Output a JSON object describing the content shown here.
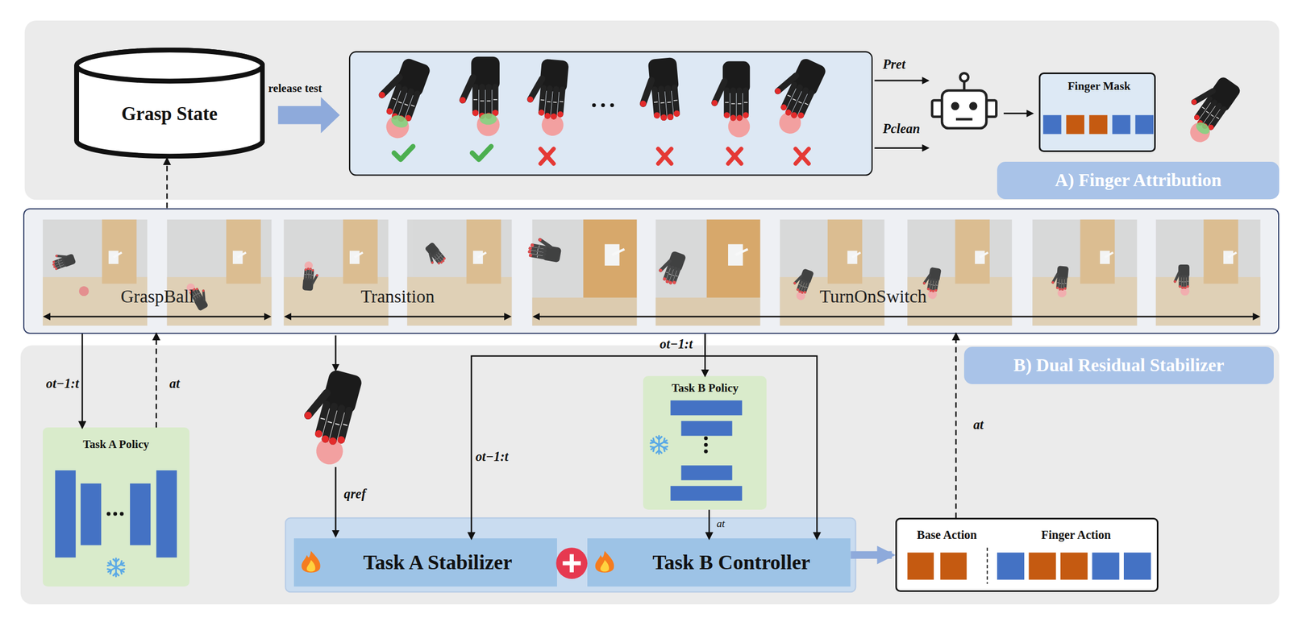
{
  "diagram": {
    "nodes": [
      {
        "text": [
          "Grasp State"
        ]
      },
      {
        "text": [
          "Finger Mask"
        ]
      },
      {
        "text": [
          "A) Finger Attribution"
        ]
      },
      {
        "text": [
          "GraspBall",
          "Transition",
          "TurnOnSwitch"
        ]
      },
      {
        "text": [
          "B) Dual Residual Stabilizer"
        ]
      },
      {
        "text": [
          "Task A Policy"
        ]
      },
      {
        "text": [
          "Task B Policy"
        ]
      },
      {
        "text": [
          "Task A Stabilizer"
        ]
      },
      {
        "text": [
          "Task B Controller"
        ]
      },
      {
        "text": [
          "Base Action",
          "Finger Action"
        ]
      }
    ],
    "edges": [
      {
        "from": 3,
        "to": 0,
        "arrow": "to"
      },
      {
        "from": 3,
        "to": 5,
        "label": "ot−1:t",
        "arrow": "to"
      },
      {
        "from": 5,
        "to": 3,
        "label": "at",
        "arrow": "to"
      },
      {
        "from": 3,
        "to": 6,
        "label": "ot−1:t",
        "arrow": "to"
      },
      {
        "from": 3,
        "to": 7,
        "label": "ot−1:t",
        "arrow": "to"
      },
      {
        "from": 3,
        "to": 8,
        "arrow": "to"
      },
      {
        "from": 6,
        "to": 8,
        "label": "at",
        "arrow": "to"
      },
      {
        "from": 8,
        "to": 9,
        "arrow": "to"
      },
      {
        "from": 9,
        "to": 3,
        "label": "at",
        "arrow": "to"
      }
    ],
    "labels": [
      "release test",
      "Pret",
      "Pclean",
      "qref"
    ]
  }
}
